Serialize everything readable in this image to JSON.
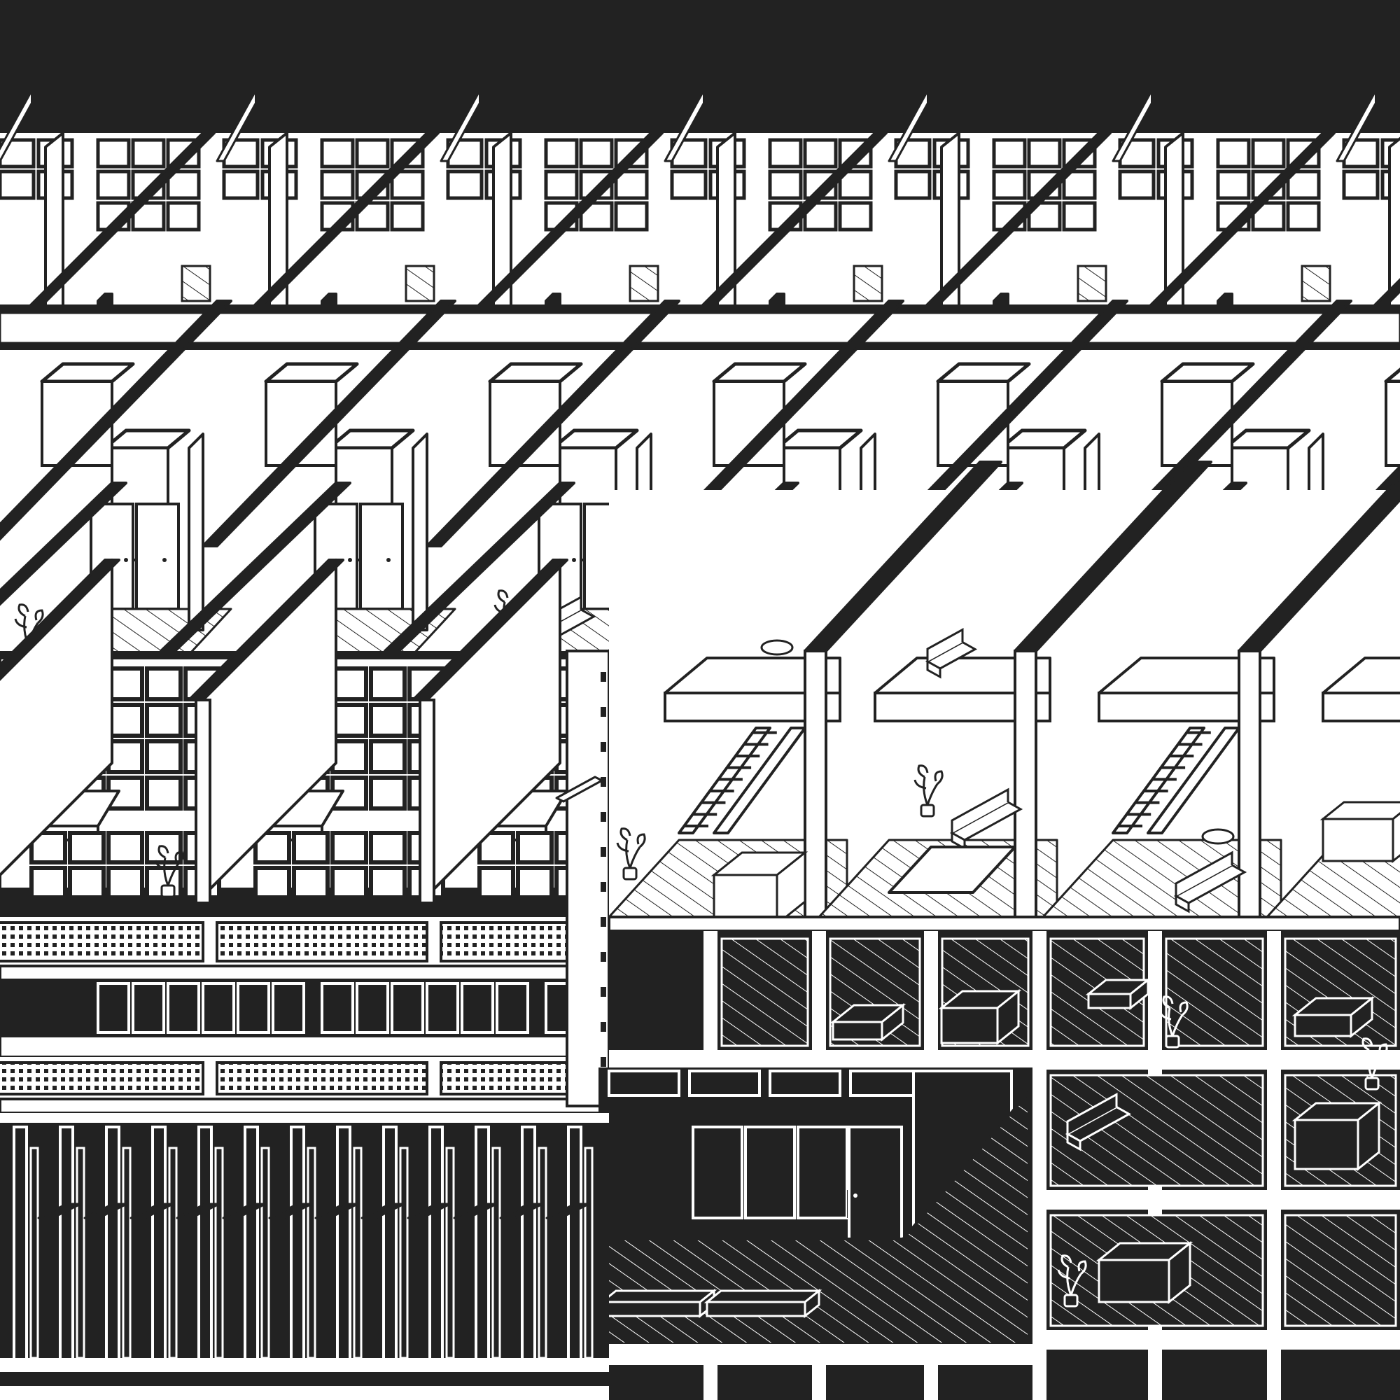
{
  "colors": {
    "ink": "#222222",
    "paper": "#ffffff"
  },
  "drawing": {
    "kind": "isometric-section",
    "upper_units": 6,
    "lower_rooms_columns": 4,
    "facade_bays": 3
  }
}
